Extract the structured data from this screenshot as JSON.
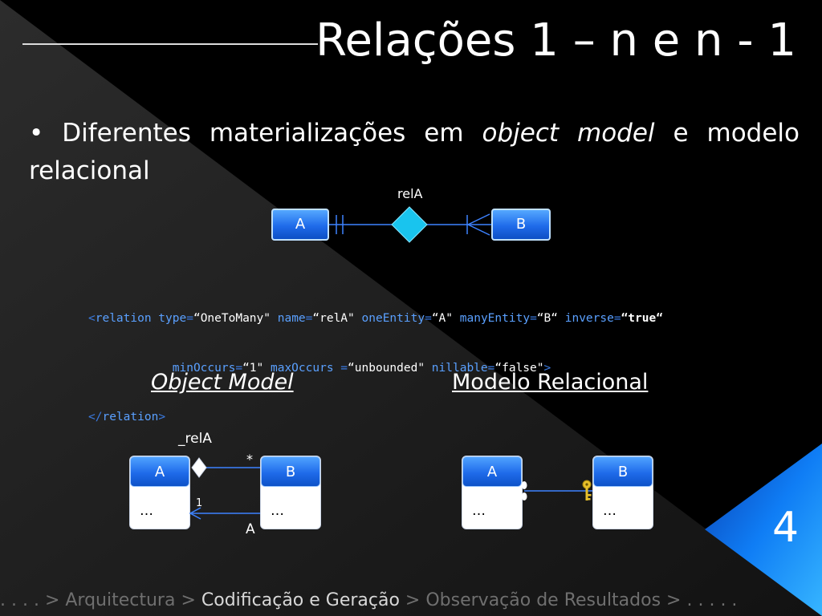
{
  "slide": {
    "title": "Relações 1 – n e n - 1",
    "bullet": {
      "prefix": "Diferentes materializações em ",
      "emph": "object model",
      "suffix": " e modelo relacional"
    },
    "page_number": "4"
  },
  "er_diagram": {
    "relation_label": "relA",
    "entity_a": "A",
    "entity_b": "B"
  },
  "code": {
    "line1": [
      {
        "t": "<",
        "c": "g"
      },
      {
        "t": "relation",
        "c": "k"
      },
      {
        "t": " type",
        "c": "k"
      },
      {
        "t": "=",
        "c": "g"
      },
      {
        "t": "“OneToMany\"",
        "c": "v"
      },
      {
        "t": " name",
        "c": "k"
      },
      {
        "t": "=",
        "c": "g"
      },
      {
        "t": "“relA\"",
        "c": "v"
      },
      {
        "t": " oneEntity",
        "c": "k"
      },
      {
        "t": "=",
        "c": "g"
      },
      {
        "t": "“A\"",
        "c": "v"
      },
      {
        "t": " manyEntity",
        "c": "k"
      },
      {
        "t": "=",
        "c": "g"
      },
      {
        "t": "“B“",
        "c": "v"
      },
      {
        "t": " inverse",
        "c": "k"
      },
      {
        "t": "=",
        "c": "g"
      },
      {
        "t": "“true“",
        "c": "vb"
      }
    ],
    "line2": [
      {
        "t": "            minOccurs",
        "c": "k"
      },
      {
        "t": "=",
        "c": "g"
      },
      {
        "t": "“1\"",
        "c": "v"
      },
      {
        "t": " maxOccurs ",
        "c": "k"
      },
      {
        "t": "=",
        "c": "g"
      },
      {
        "t": "“unbounded\"",
        "c": "v"
      },
      {
        "t": " nillable",
        "c": "k"
      },
      {
        "t": "=",
        "c": "g"
      },
      {
        "t": "“false\"",
        "c": "v"
      },
      {
        "t": ">",
        "c": "g"
      }
    ],
    "line3": [
      {
        "t": "</",
        "c": "g"
      },
      {
        "t": "relation",
        "c": "k"
      },
      {
        "t": ">",
        "c": "g"
      }
    ]
  },
  "object_model": {
    "heading": "Object Model",
    "relation_label": "_relA",
    "box_a": {
      "name": "A",
      "body": "…"
    },
    "box_b": {
      "name": "B",
      "body": "…"
    },
    "multiplicity_many": "*",
    "multiplicity_one": "1",
    "inverse_label": "A"
  },
  "relational_model": {
    "heading": "Modelo  Relacional",
    "box_a": {
      "name": "A",
      "body": "…"
    },
    "box_b": {
      "name": "B",
      "body": "…"
    }
  },
  "footer": {
    "lead": ". . . .  >  ",
    "item1": "Arquitectura",
    "sep1": "  > ",
    "current": "Codificação e Geração",
    "sep2": "  >  ",
    "item3": "Observação  de Resultados",
    "tail": "  >  . . . . ."
  },
  "colors": {
    "accent_blue": "#1f6bea",
    "diamond": "#19c4ee",
    "page_triangle": "#0a78f0",
    "key_icon": "#e8c02a"
  }
}
